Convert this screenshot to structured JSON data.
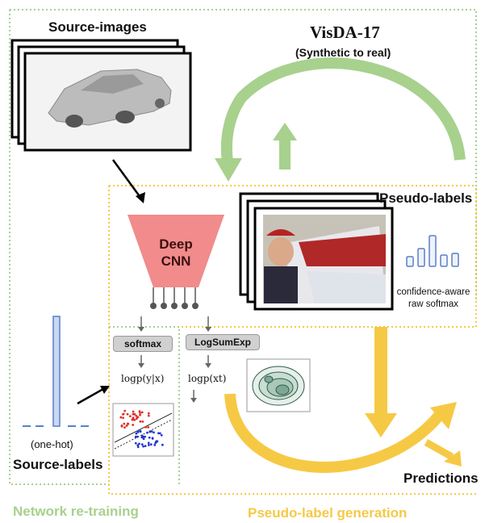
{
  "header": {
    "title": "VisDA-17",
    "subtitle": "(Synthetic to real)"
  },
  "source_images": {
    "label": "Source-images"
  },
  "pseudo_labels": {
    "label": "Pseudo-labels",
    "caption": "confidence-aware raw softmax",
    "bars": [
      0.3,
      0.55,
      0.95,
      0.35,
      0.4
    ]
  },
  "cnn": {
    "line1": "Deep",
    "line2": "CNN"
  },
  "ops": {
    "softmax": "softmax",
    "logsumexp": "LogSumExp",
    "logp_y_given_x": "logp(y|x)",
    "logp_xt": "logp(xt)"
  },
  "source_labels": {
    "onehot": "(one-hot)",
    "label": "Source-labels"
  },
  "predictions": {
    "label": "Predictions"
  },
  "legend": {
    "retraining": "Network re-training",
    "pseudo_generation": "Pseudo-label generation"
  },
  "colors": {
    "green": "#a7d18d",
    "yellow": "#f6c945",
    "cnn_fill": "#f28b8b",
    "bar_blue": "#5b7fc6"
  }
}
